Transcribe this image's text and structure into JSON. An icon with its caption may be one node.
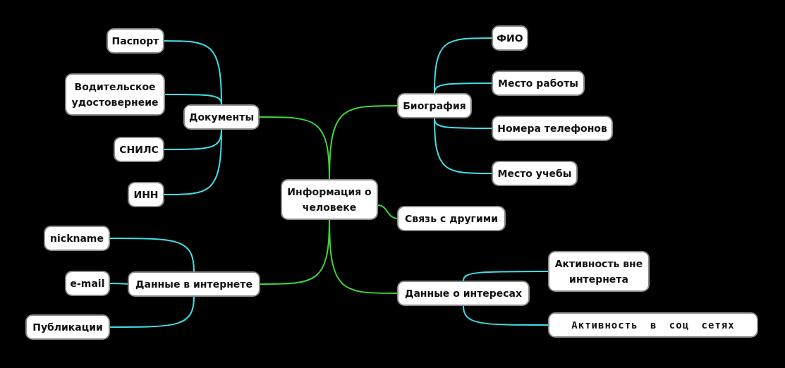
{
  "diagram": {
    "nodes": [
      {
        "text": [
          "Информация о человеке"
        ]
      },
      {
        "text": [
          "Документы"
        ]
      },
      {
        "text": [
          "Паспорт"
        ]
      },
      {
        "text": [
          "Водительское удостовернеие"
        ]
      },
      {
        "text": [
          "СНИЛС"
        ]
      },
      {
        "text": [
          "ИНН"
        ]
      },
      {
        "text": [
          "Данные в интернете"
        ]
      },
      {
        "text": [
          "nickname"
        ]
      },
      {
        "text": [
          "e-mail"
        ]
      },
      {
        "text": [
          "Публикации"
        ]
      },
      {
        "text": [
          "Биография"
        ]
      },
      {
        "text": [
          "ФИО"
        ]
      },
      {
        "text": [
          "Место работы"
        ]
      },
      {
        "text": [
          "Номера телефонов"
        ]
      },
      {
        "text": [
          "Место учебы"
        ]
      },
      {
        "text": [
          "Связь с другими"
        ]
      },
      {
        "text": [
          "Данные о интересах"
        ]
      },
      {
        "text": [
          "Активность вне интернета"
        ]
      },
      {
        "text": [
          "Активность в соц сетях"
        ]
      }
    ],
    "edges": [
      {
        "from": 0,
        "to": 1,
        "arrow": "none",
        "color": "#3fd83a"
      },
      {
        "from": 0,
        "to": 6,
        "arrow": "none",
        "color": "#3fd83a"
      },
      {
        "from": 0,
        "to": 10,
        "arrow": "none",
        "color": "#3fd83a"
      },
      {
        "from": 0,
        "to": 15,
        "arrow": "none",
        "color": "#3fd83a"
      },
      {
        "from": 0,
        "to": 16,
        "arrow": "none",
        "color": "#3fd83a"
      },
      {
        "from": 1,
        "to": 2,
        "arrow": "none"
      },
      {
        "from": 1,
        "to": 3,
        "arrow": "none"
      },
      {
        "from": 1,
        "to": 4,
        "arrow": "none"
      },
      {
        "from": 1,
        "to": 5,
        "arrow": "none"
      },
      {
        "from": 6,
        "to": 7,
        "arrow": "none"
      },
      {
        "from": 6,
        "to": 8,
        "arrow": "none"
      },
      {
        "from": 6,
        "to": 9,
        "arrow": "none"
      },
      {
        "from": 10,
        "to": 11,
        "arrow": "none"
      },
      {
        "from": 10,
        "to": 12,
        "arrow": "none"
      },
      {
        "from": 10,
        "to": 13,
        "arrow": "none"
      },
      {
        "from": 10,
        "to": 14,
        "arrow": "none"
      },
      {
        "from": 16,
        "to": 17,
        "arrow": "none"
      },
      {
        "from": 16,
        "to": 18,
        "arrow": "none"
      }
    ]
  }
}
